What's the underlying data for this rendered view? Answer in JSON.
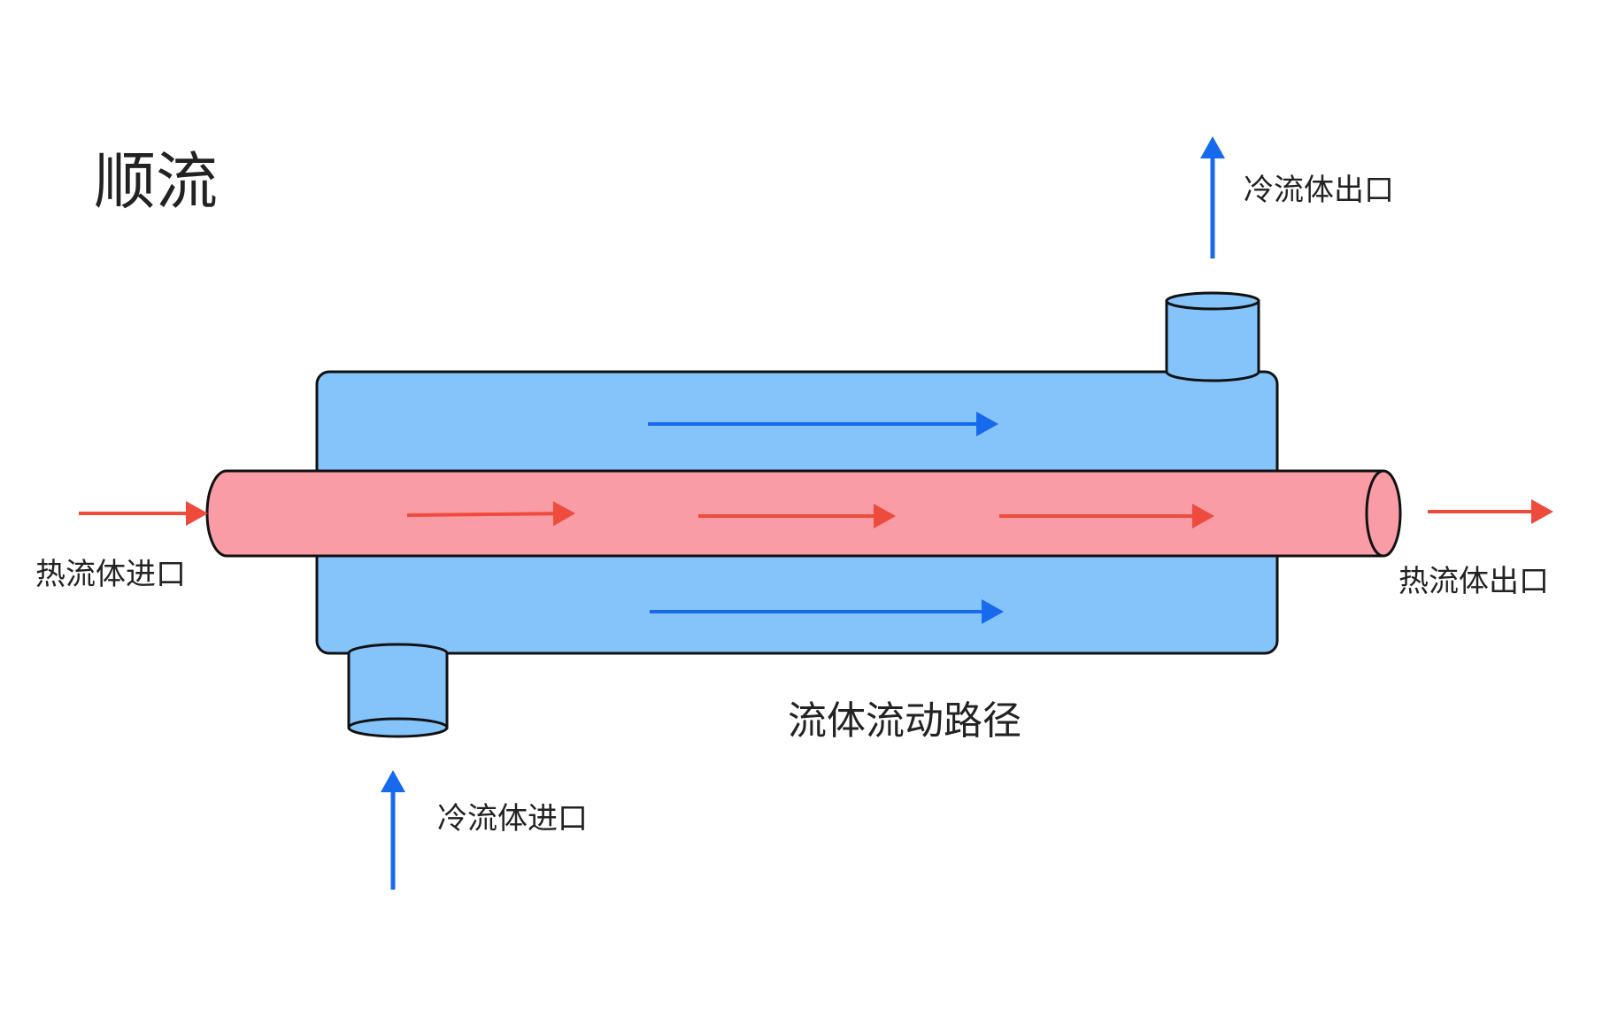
{
  "title": "顺流",
  "labels": {
    "hot_inlet": "热流体进口",
    "hot_outlet": "热流体出口",
    "cold_outlet": "冷流体出口",
    "cold_inlet": "冷流体进口",
    "flow_path": "流体流动路径"
  },
  "colors": {
    "shell_fill": "#85C4FB",
    "tube_fill": "#F99CA6",
    "hot_arrow": "#EE4B3C",
    "cold_arrow": "#1769EE",
    "outline": "#111111",
    "text": "#222222"
  },
  "flow": {
    "type": "parallel",
    "hot_direction": "left-to-right",
    "cold_direction": "left-to-right"
  }
}
